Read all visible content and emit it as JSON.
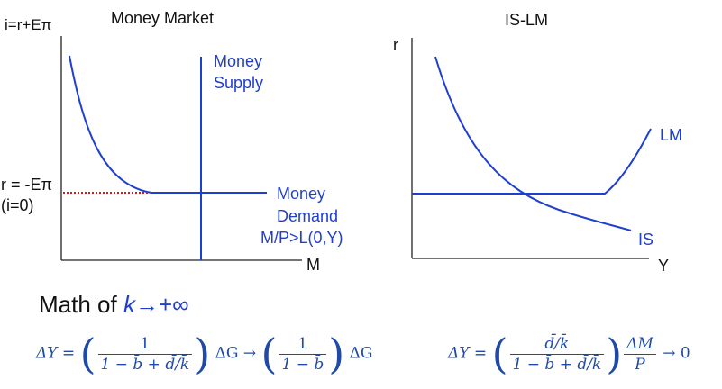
{
  "left_panel": {
    "y_axis_label": "i=r+Eπ",
    "title": "Money Market",
    "supply_label_line1": "Money",
    "supply_label_line2": "Supply",
    "rate_label_line1": "r = -Eπ",
    "rate_label_line2": "(i=0)",
    "demand_label_line1": "Money",
    "demand_label_line2": "Demand",
    "demand_label_line3": "M/P>L(0,Y)",
    "x_axis_label": "M"
  },
  "right_panel": {
    "title": "IS-LM",
    "y_axis_label": "r",
    "lm_label": "LM",
    "is_label": "IS",
    "x_axis_label": "Y"
  },
  "colors": {
    "curve": "#1f3fcf",
    "axis": "#222222",
    "dotted": "#d11a1a",
    "math": "#1f4aa8"
  },
  "math": {
    "title_prefix": "Math of ",
    "title_k": "k",
    "title_arrow": "→+∞",
    "eq1_lhs": "ΔY =",
    "eq1_num": "1",
    "eq1_den": "1 − b̄ + d̄/k̄",
    "eq1_mid": "ΔG →",
    "eq1_num2": "1",
    "eq1_den2": "1 − b̄",
    "eq1_end": "ΔG",
    "eq2_lhs": "ΔY =",
    "eq2_num": "d̄/k̄",
    "eq2_den": "1 − b̄ + d̄/k̄",
    "eq2_num2": "ΔM",
    "eq2_den2": "P",
    "eq2_end": "→ 0"
  }
}
